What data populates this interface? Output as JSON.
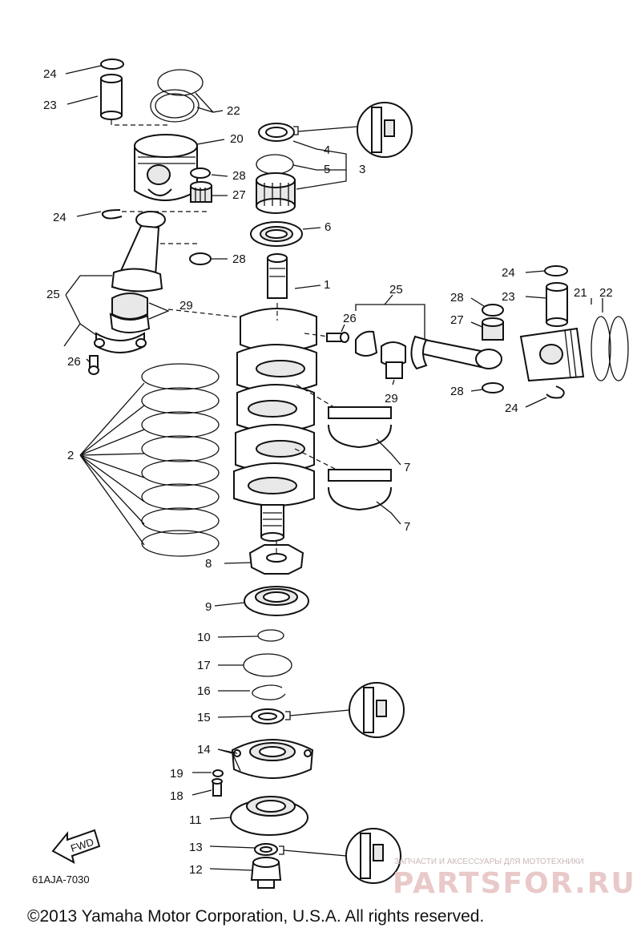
{
  "callouts": {
    "c1": "1",
    "c2": "2",
    "c3": "3",
    "c4": "4",
    "c5": "5",
    "c6": "6",
    "c7a": "7",
    "c7b": "7",
    "c8": "8",
    "c9": "9",
    "c10": "10",
    "c11": "11",
    "c12": "12",
    "c13": "13",
    "c14": "14",
    "c15": "15",
    "c16": "16",
    "c17": "17",
    "c18": "18",
    "c19": "19",
    "c20": "20",
    "c21": "21",
    "c22a": "22",
    "c22b": "22",
    "c23a": "23",
    "c23b": "23",
    "c24a": "24",
    "c24b": "24",
    "c24c": "24",
    "c24d": "24",
    "c25a": "25",
    "c25b": "25",
    "c26a": "26",
    "c26b": "26",
    "c27a": "27",
    "c27b": "27",
    "c28a": "28",
    "c28b": "28",
    "c28c": "28",
    "c28d": "28",
    "c29a": "29",
    "c29b": "29"
  },
  "diagram_code": "61AJA-7030",
  "fwd_label": "FWD",
  "copyright": "©2013 Yamaha Motor Corporation, U.S.A. All rights reserved.",
  "watermark": {
    "tagline": "ЗАПЧАСТИ И АКСЕССУАРЫ ДЛЯ МОТОТЕХНИКИ",
    "brand": "PARTSFOR.RU"
  }
}
